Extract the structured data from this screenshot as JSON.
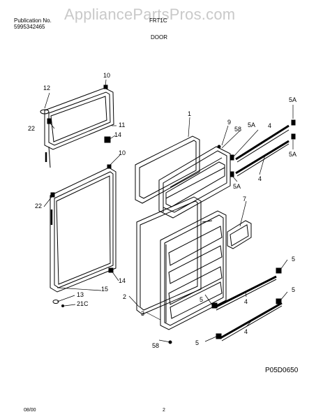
{
  "header": {
    "publication_label": "Publication No.",
    "publication_number": "5995342465",
    "model": "FRT1C",
    "section_title": "DOOR"
  },
  "watermark": "AppliancePartsPros.com",
  "part_labels": {
    "p1": "1",
    "p2": "2",
    "p3": "3",
    "p4a": "4",
    "p4b": "4",
    "p4c": "4",
    "p4d": "4",
    "p5a": "5",
    "p5b": "5",
    "p5c": "5",
    "p5d": "5",
    "p5A_a": "5A",
    "p5A_b": "5A",
    "p5A_c": "5A",
    "p5A_d": "5A",
    "p7": "7",
    "p9": "9",
    "p10a": "10",
    "p10b": "10",
    "p11": "11",
    "p12": "12",
    "p13": "13",
    "p14a": "14",
    "p14b": "14",
    "p15": "15",
    "p21C": "21C",
    "p22a": "22",
    "p22b": "22",
    "p58a": "58",
    "p58b": "58"
  },
  "drawing_ref": "P05D0650",
  "footer": {
    "date": "08/00",
    "page": "2"
  }
}
